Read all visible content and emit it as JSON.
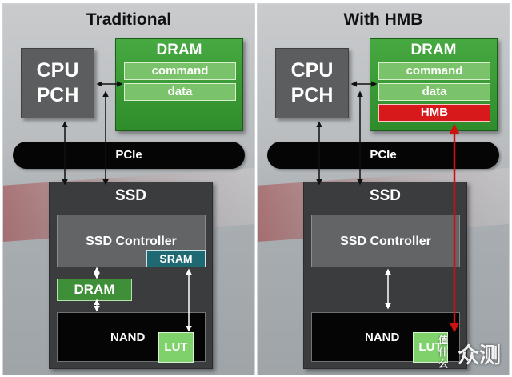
{
  "left_panel": {
    "title": "Traditional",
    "cpu": {
      "line1": "CPU",
      "line2": "PCH"
    },
    "dram": {
      "title": "DRAM",
      "rows": [
        "command",
        "data"
      ]
    },
    "bus": "PCIe",
    "ssd": {
      "title": "SSD",
      "controller": "SSD Controller",
      "sram": "SRAM",
      "dram": "DRAM",
      "nand": "NAND",
      "lut": "LUT"
    }
  },
  "right_panel": {
    "title": "With HMB",
    "cpu": {
      "line1": "CPU",
      "line2": "PCH"
    },
    "dram": {
      "title": "DRAM",
      "rows": [
        "command",
        "data",
        "HMB"
      ]
    },
    "bus": "PCIe",
    "ssd": {
      "title": "SSD",
      "controller": "SSD Controller",
      "nand": "NAND",
      "lut": "LUT"
    }
  },
  "watermark": {
    "badge": "值 什么",
    "text": "众测"
  },
  "colors": {
    "dram_green": "#3a9a35",
    "hmb_red": "#d7191c",
    "sram_teal": "#1f6a72",
    "lut_green": "#7fd16c",
    "hmb_link_red": "#cc1111"
  }
}
